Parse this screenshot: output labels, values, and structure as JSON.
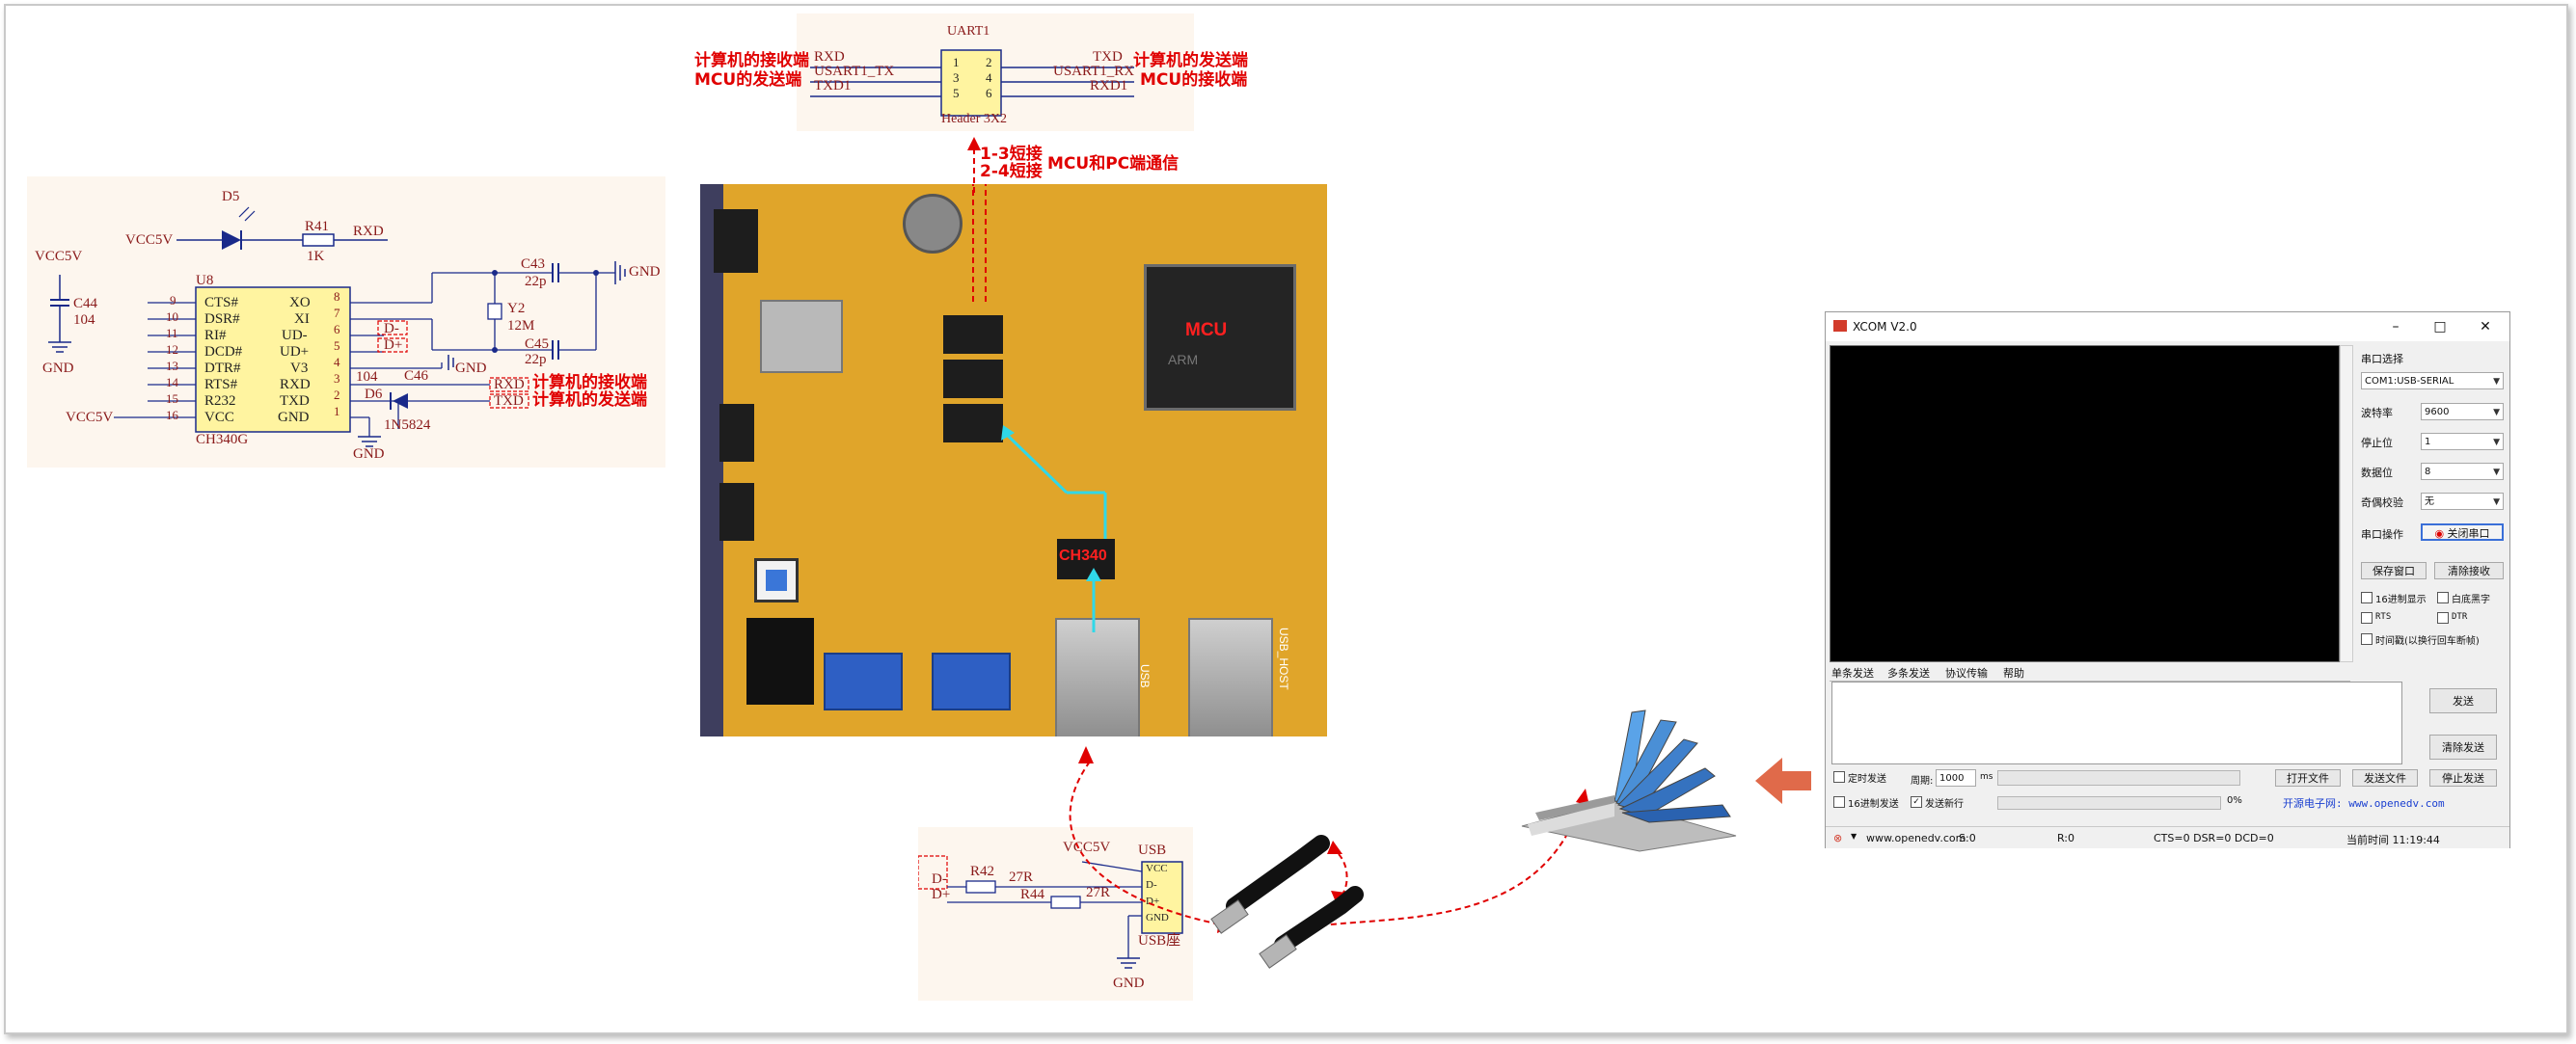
{
  "colors": {
    "schematic_wire": "#1a2a8a",
    "schematic_text": "#8a1a1a",
    "annotation_red": "#e00000",
    "arrow_orange": "#e06a4a",
    "pcb_yellow": "#e0a52a",
    "cyan_arrow": "#30d8e8"
  },
  "uart1": {
    "title": "UART1",
    "footer": "Header 3X2",
    "pins_left": [
      "1",
      "3",
      "5"
    ],
    "pins_right": [
      "2",
      "4",
      "6"
    ],
    "nets_left": [
      "RXD",
      "USART1_TX",
      "TXD1"
    ],
    "nets_right": [
      "TXD",
      "USART1_RX",
      "RXD1"
    ],
    "note_left_1": "计算机的接收端",
    "note_left_2": "MCU的发送端",
    "note_right_1": "计算机的发送端",
    "note_right_2": "MCU的接收端",
    "jumper_note_1": "1-3短接",
    "jumper_note_2": "2-4短接",
    "jumper_note_3": "MCU和PC端通信"
  },
  "ch340": {
    "vcc": "VCC5V",
    "cap_c44": "C44",
    "cap_c44_val": "104",
    "gnd": "GND",
    "led": "D5",
    "r41": "R41",
    "r41_val": "1K",
    "rxd": "RXD",
    "chip_ref": "U8",
    "chip_name": "CH340G",
    "left_pin_nums": [
      "9",
      "10",
      "11",
      "12",
      "13",
      "14",
      "15",
      "16"
    ],
    "left_pin_names": [
      "CTS#",
      "DSR#",
      "RI#",
      "DCD#",
      "DTR#",
      "RTS#",
      "R232",
      "VCC"
    ],
    "right_pin_names": [
      "XO",
      "XI",
      "UD-",
      "UD+",
      "V3",
      "RXD",
      "TXD",
      "GND"
    ],
    "right_pin_nums": [
      "8",
      "7",
      "6",
      "5",
      "4",
      "3",
      "2",
      "1"
    ],
    "c43": "C43",
    "c43_val": "22p",
    "c45": "C45",
    "c45_val": "22p",
    "y2": "Y2",
    "y2_val": "12M",
    "c46": "C46",
    "c46_val": "104",
    "d6": "D6",
    "d6_part": "1N5824",
    "dminus": "D-",
    "dplus": "D+",
    "net_rxd": "RXD",
    "net_txd": "TXD",
    "note_rx": "计算机的接收端",
    "note_tx": "计算机的发送端",
    "vcc_bottom": "VCC5V",
    "gnd_bottom": "GND",
    "gnd_right": "GND"
  },
  "pcb": {
    "mcu_label": "MCU",
    "ch340_label": "CH340",
    "usb_label": "USB",
    "usb_host_label": "USB_HOST",
    "cpu_mark": "ARM"
  },
  "usb_schematic": {
    "dminus": "D-",
    "dplus": "D+",
    "r42": "R42",
    "r42_val": "27R",
    "r44": "R44",
    "r44_val": "27R",
    "vcc5v": "VCC5V",
    "usb_title": "USB",
    "usb_footer": "USB座",
    "pin_vcc": "VCC",
    "pin_dminus": "D-",
    "pin_dplus": "D+",
    "pin_gnd": "GND",
    "gnd": "GND"
  },
  "xcom": {
    "title": "XCOM V2.0",
    "port_label": "串口选择",
    "port_value": "COM1:USB-SERIAL",
    "baud_label": "波特率",
    "baud_value": "9600",
    "stop_label": "停止位",
    "stop_value": "1",
    "data_label": "数据位",
    "data_value": "8",
    "parity_label": "奇偶校验",
    "parity_value": "无",
    "op_label": "串口操作",
    "op_button": "关闭串口",
    "save_window": "保存窗口",
    "clear_receive": "清除接收",
    "hex_display": "16进制显示",
    "white_black": "白底黑字",
    "rts": "RTS",
    "dtr": "DTR",
    "timestamp": "时间戳(以换行回车断帧)",
    "tabs": [
      "单条发送",
      "多条发送",
      "协议传输",
      "帮助"
    ],
    "send": "发送",
    "clear_send": "清除发送",
    "timed_send": "定时发送",
    "period_label": "周期:",
    "period_value": "1000",
    "period_unit": "ms",
    "open_file": "打开文件",
    "send_file": "发送文件",
    "stop_send": "停止发送",
    "hex_send": "16进制发送",
    "send_newline": "发送新行",
    "progress_pct": "0%",
    "site_text": "开源电子网: www.openedv.com",
    "status_url": "www.openedv.com",
    "status_s": "S:0",
    "status_r": "R:0",
    "status_lines": "CTS=0 DSR=0 DCD=0",
    "status_time": "当前时间 11:19:44"
  }
}
